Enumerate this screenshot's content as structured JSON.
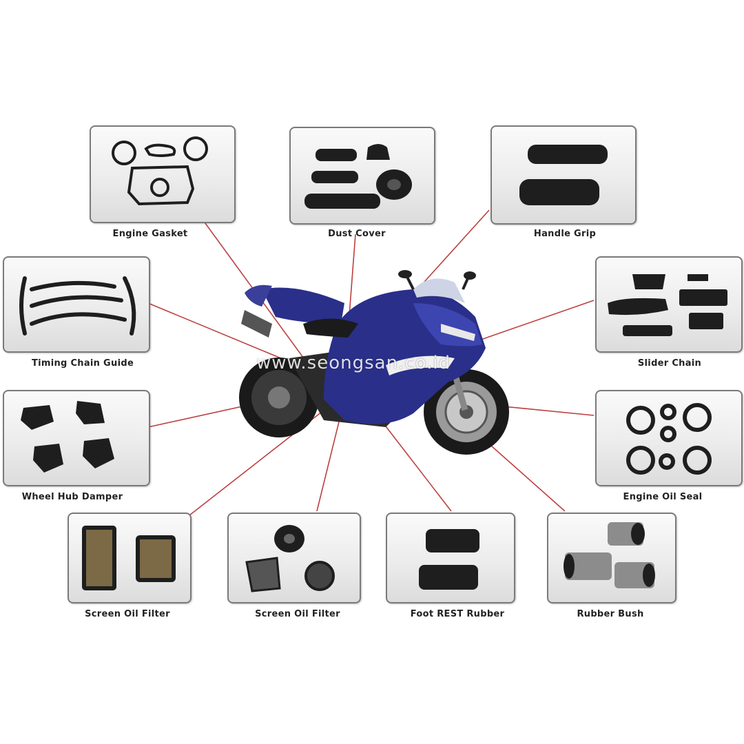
{
  "parts": [
    {
      "id": "engine-gasket",
      "label": "Engine Gasket"
    },
    {
      "id": "dust-cover",
      "label": "Dust Cover"
    },
    {
      "id": "handle-grip",
      "label": "Handle Grip"
    },
    {
      "id": "timing-chain-guide",
      "label": "Timing Chain Guide"
    },
    {
      "id": "slider-chain",
      "label": "Slider Chain"
    },
    {
      "id": "wheel-hub-damper",
      "label": "Wheel Hub Damper"
    },
    {
      "id": "engine-oil-seal",
      "label": "Engine Oil Seal"
    },
    {
      "id": "screen-oil-filter-1",
      "label": "Screen Oil Filter"
    },
    {
      "id": "screen-oil-filter-2",
      "label": "Screen Oil Filter"
    },
    {
      "id": "foot-rest-rubber",
      "label": "Foot REST Rubber"
    },
    {
      "id": "rubber-bush",
      "label": "Rubber Bush"
    }
  ],
  "watermark": "www.seongsan.co.id",
  "colors": {
    "leader_line": "#b52a2a",
    "bike_body": "#2a2f8a",
    "part_rubber": "#1e1e1e"
  }
}
